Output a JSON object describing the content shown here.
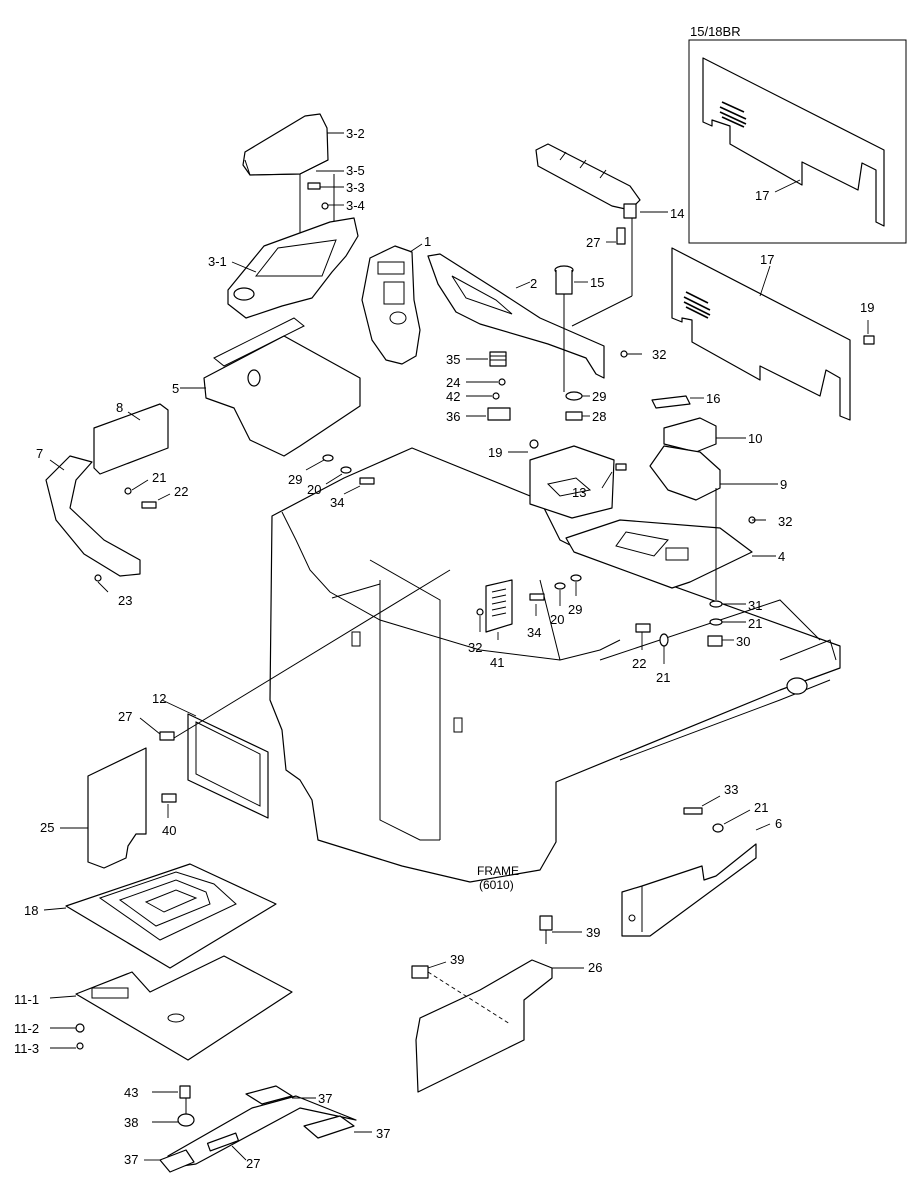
{
  "inset_title": "15/18BR",
  "frame_label": {
    "line1": "FRAME",
    "line2": "(6010)"
  },
  "callouts": {
    "c_3_2": "3-2",
    "c_3_5": "3-5",
    "c_3_3": "3-3",
    "c_3_4": "3-4",
    "c_3_1": "3-1",
    "c_1": "1",
    "c_2": "2",
    "c_14": "14",
    "c_27a": "27",
    "c_15": "15",
    "c_32a": "32",
    "c_35": "35",
    "c_24": "24",
    "c_42": "42",
    "c_36": "36",
    "c_29a": "29",
    "c_28": "28",
    "c_16": "16",
    "c_10": "10",
    "c_9": "9",
    "c_13": "13",
    "c_19a": "19",
    "c_19b": "19",
    "c_17a": "17",
    "c_17b": "17",
    "c_5": "5",
    "c_8": "8",
    "c_7": "7",
    "c_21a": "21",
    "c_22a": "22",
    "c_23": "23",
    "c_29b": "29",
    "c_20a": "20",
    "c_34a": "34",
    "c_32b": "32",
    "c_4": "4",
    "c_29c": "29",
    "c_20b": "20",
    "c_34b": "34",
    "c_32c": "32",
    "c_41": "41",
    "c_31": "31",
    "c_21b": "21",
    "c_22b": "22",
    "c_21c": "21",
    "c_30": "30",
    "c_12": "12",
    "c_27b": "27",
    "c_25": "25",
    "c_40": "40",
    "c_33": "33",
    "c_21d": "21",
    "c_6": "6",
    "c_18": "18",
    "c_39a": "39",
    "c_39b": "39",
    "c_26": "26",
    "c_11_1": "11-1",
    "c_11_2": "11-2",
    "c_11_3": "11-3",
    "c_43": "43",
    "c_38": "38",
    "c_37a": "37",
    "c_37b": "37",
    "c_37c": "37",
    "c_27c": "27"
  }
}
